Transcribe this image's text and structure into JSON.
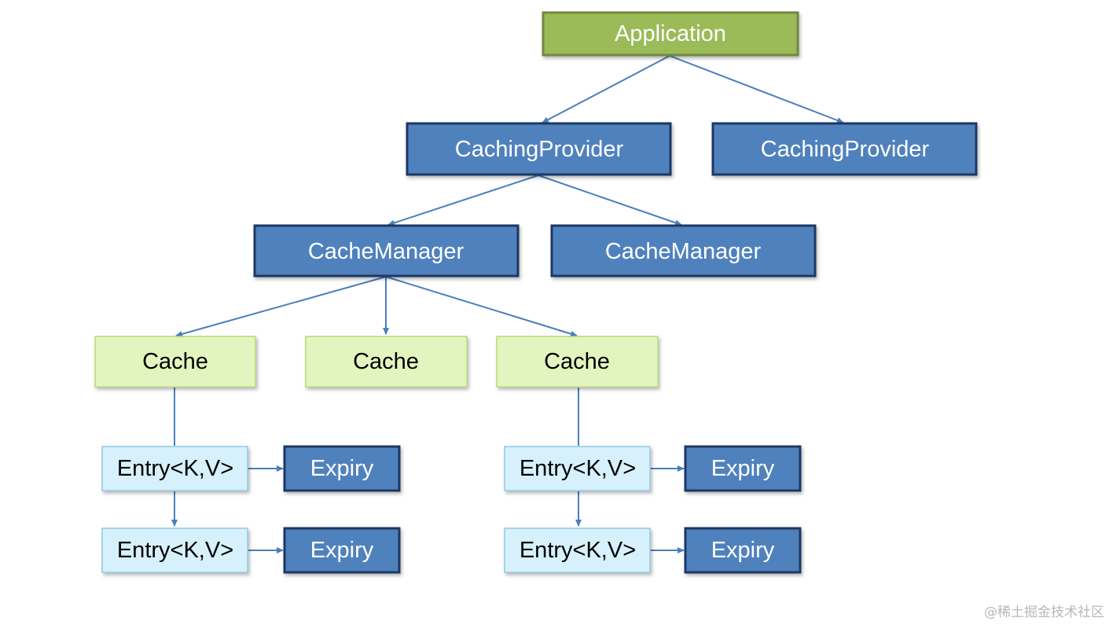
{
  "nodes": {
    "application": {
      "label": "Application"
    },
    "caching_provider_1": {
      "label": "CachingProvider"
    },
    "caching_provider_2": {
      "label": "CachingProvider"
    },
    "cache_manager_1": {
      "label": "CacheManager"
    },
    "cache_manager_2": {
      "label": "CacheManager"
    },
    "cache_1": {
      "label": "Cache"
    },
    "cache_2": {
      "label": "Cache"
    },
    "cache_3": {
      "label": "Cache"
    },
    "entry_1": {
      "label": "Entry<K,V>"
    },
    "entry_2": {
      "label": "Entry<K,V>"
    },
    "entry_3": {
      "label": "Entry<K,V>"
    },
    "entry_4": {
      "label": "Entry<K,V>"
    },
    "expiry_1": {
      "label": "Expiry"
    },
    "expiry_2": {
      "label": "Expiry"
    },
    "expiry_3": {
      "label": "Expiry"
    },
    "expiry_4": {
      "label": "Expiry"
    }
  },
  "colors": {
    "application_fill": "#9bbb59",
    "application_border": "#71893f",
    "provider_fill": "#4f81bd",
    "provider_border": "#1f3864",
    "cache_fill": "#e2f5bf",
    "cache_border": "#b7d97a",
    "entry_fill": "#d7f1fc",
    "entry_border": "#8fc9e4",
    "connector": "#4a7ebb",
    "light_text": "#ffffff",
    "dark_text": "#000000"
  },
  "watermark": "@稀土掘金技术社区"
}
